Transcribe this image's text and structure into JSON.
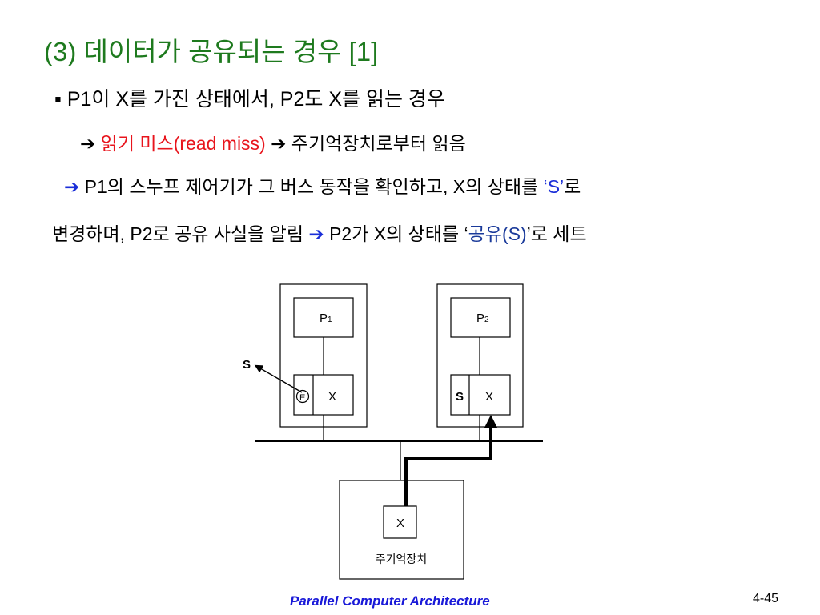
{
  "title": "(3) 데이터가 공유되는 경우 [1]",
  "bullet": {
    "marker": "▪",
    "text": "P1이 X를 가진 상태에서, P2도 X를 읽는 경우"
  },
  "line2": {
    "arrow1": "➔",
    "red_text": "읽기 미스(read miss)",
    "arrow2": "➔",
    "text": "주기억장치로부터 읽음"
  },
  "line3": {
    "arrow": "➔",
    "text_before": "P1의 스누프 제어기가 그 버스 동작을 확인하고, X의 상태를 ",
    "quoted": "‘S’",
    "text_after": "로"
  },
  "line4": {
    "text_before": "변경하며,  P2로 공유 사실을 알림 ",
    "arrow": "➔",
    "text_mid": " P2가 X의 상태를 ‘",
    "quoted": "공유(S)",
    "text_after": "’로 세트"
  },
  "diagram": {
    "p1_label": "P",
    "p1_sub": "1",
    "p2_label": "P",
    "p2_sub": "2",
    "p1_cache_state": "E",
    "p1_cache_data": "X",
    "p1_new_state": "S",
    "p2_cache_state": "S",
    "p2_cache_data": "X",
    "memory_data": "X",
    "memory_label": "주기억장치"
  },
  "footer": {
    "course": "Parallel Computer Architecture",
    "page": "4-45"
  }
}
